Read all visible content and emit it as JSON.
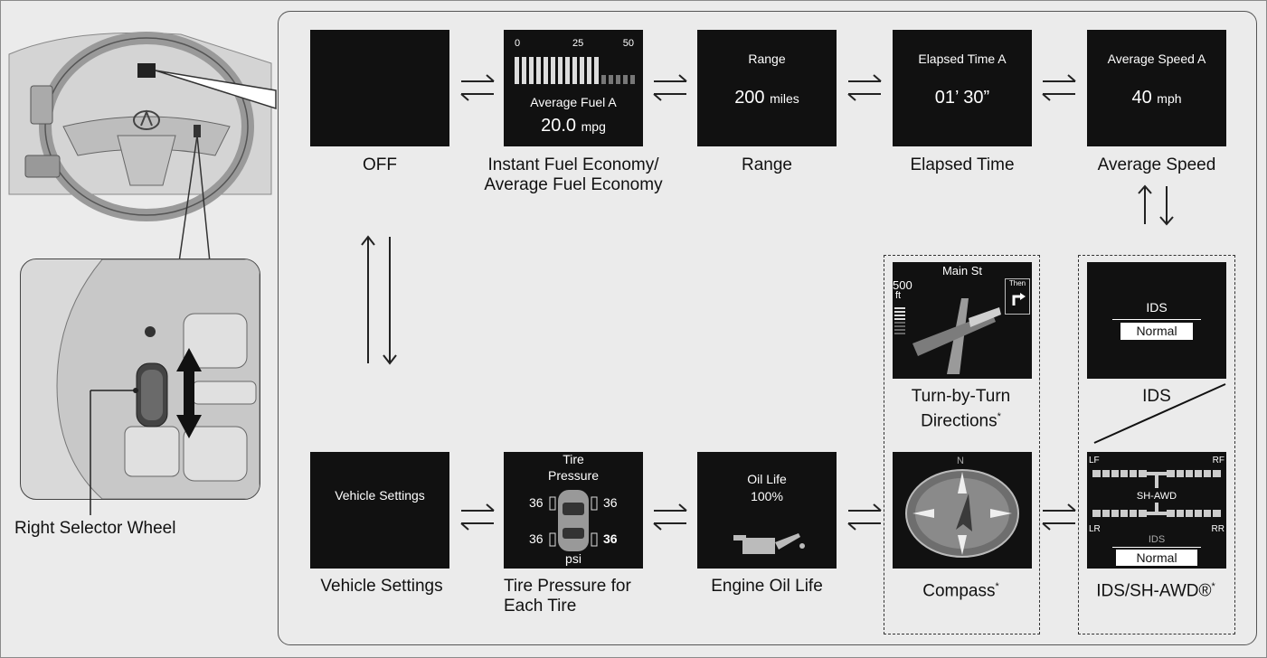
{
  "screens": {
    "off": {
      "label": "OFF"
    },
    "fuel": {
      "ticks": [
        "0",
        "25",
        "50"
      ],
      "title": "Average Fuel A",
      "value": "20.0",
      "unit": "mpg",
      "label1": "Instant Fuel Economy/",
      "label2": "Average Fuel Economy"
    },
    "range": {
      "title": "Range",
      "value": "200",
      "unit": "miles",
      "label": "Range"
    },
    "elapsed": {
      "title": "Elapsed Time A",
      "value": "01’ 30”",
      "label": "Elapsed Time"
    },
    "avgspeed": {
      "title": "Average Speed A",
      "value": "40",
      "unit": "mph",
      "label": "Average Speed"
    },
    "turn": {
      "street": "Main St",
      "distance": "500",
      "dist_unit": "ft",
      "then": "Then",
      "label1": "Turn-by-Turn",
      "label2": "Directions"
    },
    "ids": {
      "title": "IDS",
      "mode": "Normal",
      "label": "IDS"
    },
    "compass": {
      "north": "N",
      "label": "Compass"
    },
    "shawd": {
      "lf": "LF",
      "rf": "RF",
      "lr": "LR",
      "rr": "RR",
      "center": "SH-AWD",
      "ids": "IDS",
      "mode": "Normal",
      "label": "IDS/SH-AWD®"
    },
    "oil": {
      "title": "Oil Life",
      "value": "100%",
      "label": "Engine Oil Life"
    },
    "tire": {
      "title1": "Tire",
      "title2": "Pressure",
      "fl": "36",
      "fr": "36",
      "rl": "36",
      "rr": "36",
      "unit": "psi",
      "label1": "Tire Pressure for",
      "label2": "Each Tire"
    },
    "vehicle": {
      "title": "Vehicle Settings",
      "label": "Vehicle Settings"
    }
  },
  "asterisk": "*",
  "selector": {
    "label": "Right Selector Wheel"
  }
}
